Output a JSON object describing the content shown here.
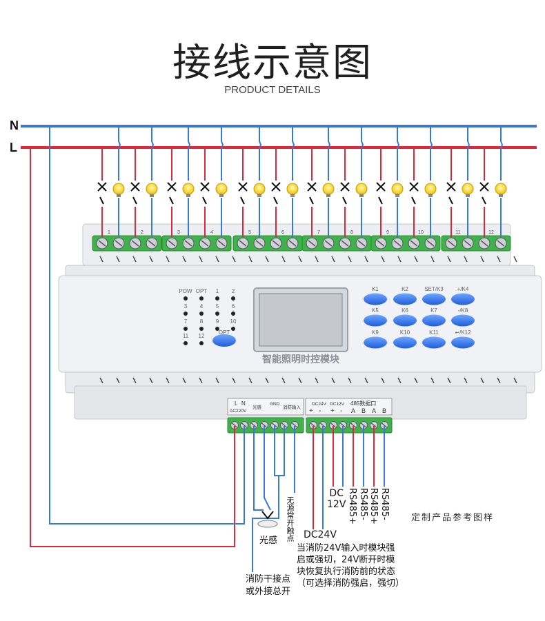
{
  "header": {
    "title": "接线示意图",
    "subtitle": "PRODUCT DETAILS"
  },
  "rails": {
    "n_label": "N",
    "l_label": "L",
    "n_color": "#3a78d6",
    "l_color": "#e0283c"
  },
  "module": {
    "name": "智能照明时控模块",
    "led_labels": [
      "POW",
      "OPT",
      "1",
      "2",
      "3",
      "4",
      "5",
      "6",
      "7",
      "8",
      "9",
      "10",
      "11",
      "12"
    ],
    "opt_button_label": "OPT",
    "keys": [
      "K1",
      "K2",
      "SET/K3",
      "+/K4",
      "K5",
      "K6",
      "K7",
      "-/K8",
      "K9",
      "K10",
      "K11",
      "↩/K12"
    ],
    "channel_numbers": [
      "1",
      "2",
      "3",
      "4",
      "5",
      "6",
      "7",
      "8",
      "9",
      "10",
      "11",
      "12"
    ],
    "bottom_terminal_labels": {
      "l": "L",
      "n": "N",
      "ac": "AC220V",
      "light_sensor": "光感",
      "gnd": "GND",
      "fire": "消防输入",
      "dc24": "DC24V",
      "dc12": "DC12V",
      "rs485": "485数据口",
      "plus": "+",
      "minus": "-",
      "a": "A",
      "b": "B"
    }
  },
  "annotations": {
    "passive_contact": "无源常开触点",
    "dc12": "DC\n12V",
    "rs485_plus_1": "RS485+",
    "rs485_minus_1": "RS485-",
    "rs485_plus_2": "RS485+",
    "rs485_minus_2": "RS485-",
    "custom_note": "定制产品参考图样",
    "light_sensor": "光感",
    "dc24": "DC24V",
    "fire_desc_1": "当消防24V输入时模块强",
    "fire_desc_2": "启或强切，24V断开时模",
    "fire_desc_3": "块恢复执行消防前的状态",
    "fire_desc_4": "（可选择消防强启，强切）",
    "fire_dry_1": "消防干接点",
    "fire_dry_2": "或外接总开"
  }
}
